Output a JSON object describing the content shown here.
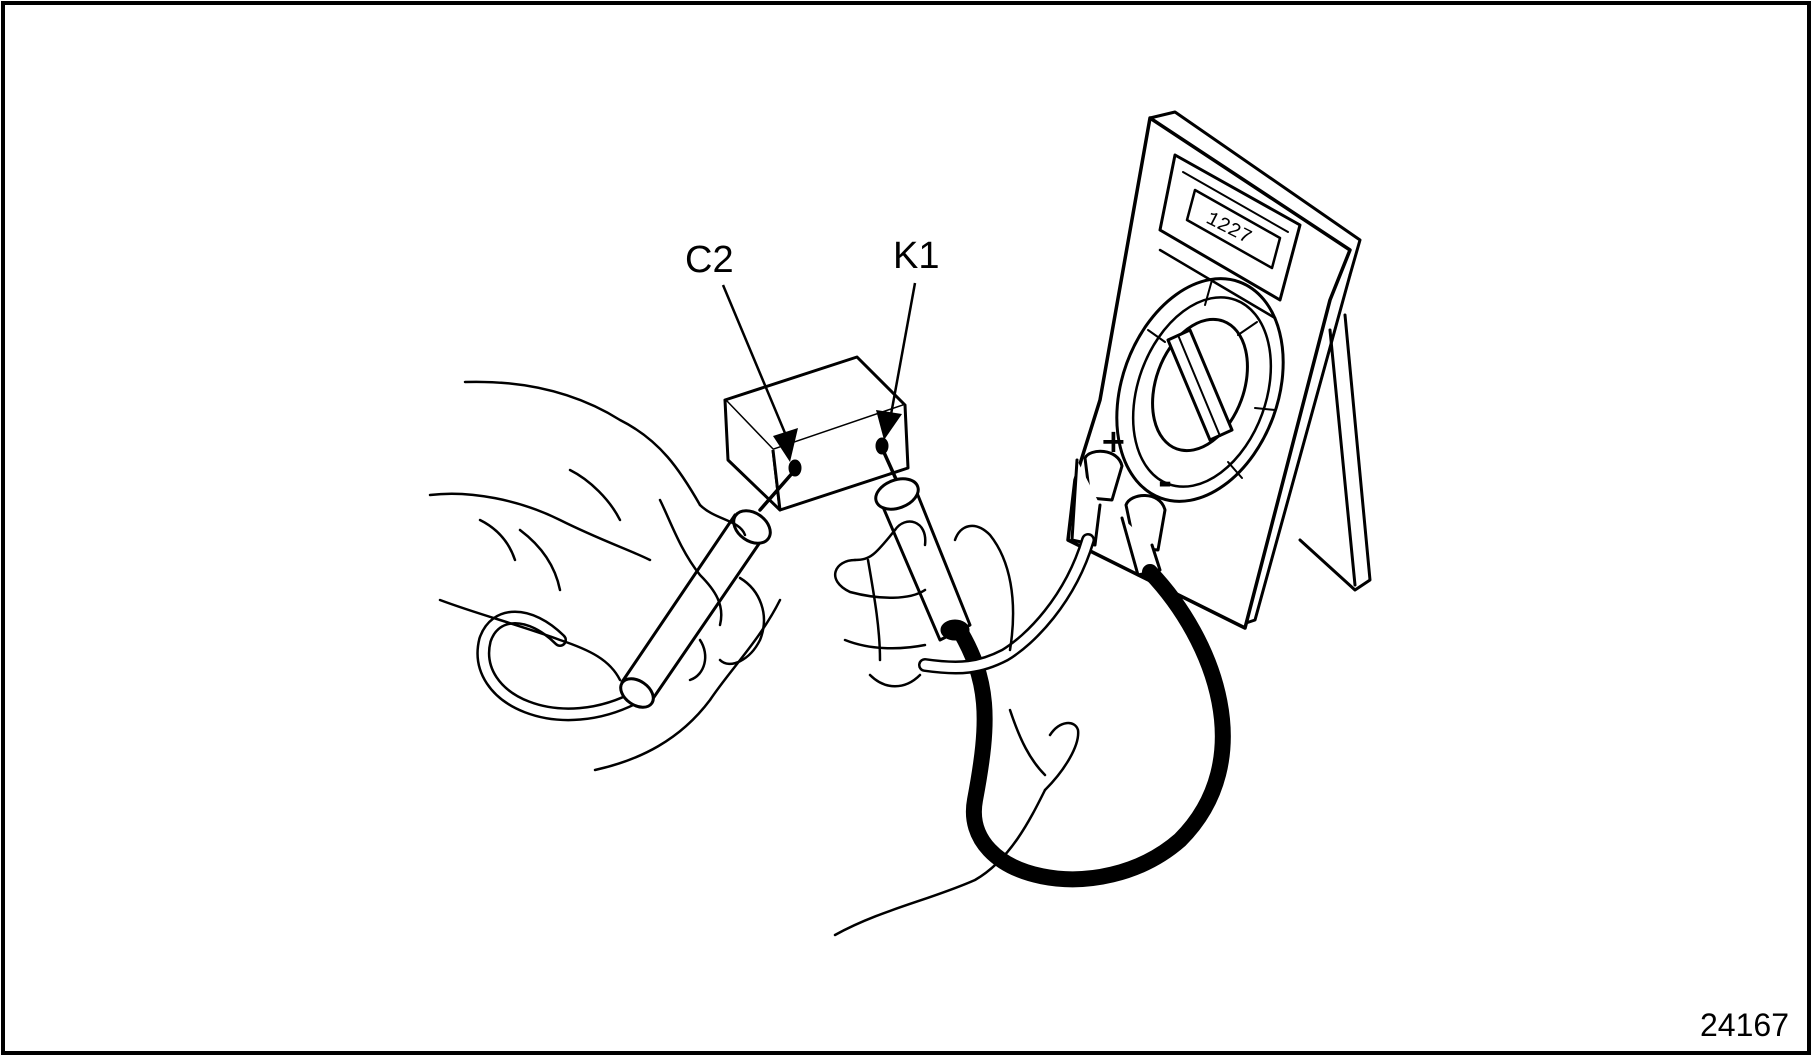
{
  "labels": {
    "c2": "C2",
    "k1": "K1",
    "figure_number": "24167"
  },
  "meter": {
    "display_reading": "1227",
    "plus_symbol": "+",
    "minus_symbol": "-"
  },
  "colors": {
    "line": "#000000",
    "background": "#ffffff"
  }
}
